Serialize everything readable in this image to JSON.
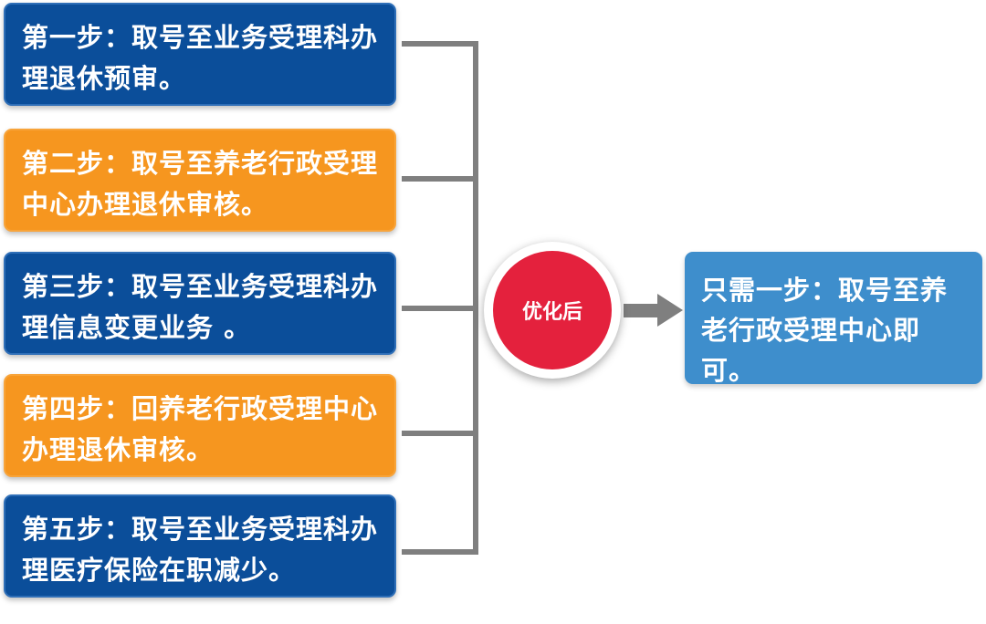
{
  "steps": [
    {
      "text": "第一步：取号至业务受理科办理退休预审。",
      "color": "#0b4e9a"
    },
    {
      "text": "第二步：取号至养老行政受理中心办理退休审核。",
      "color": "#f6961f"
    },
    {
      "text": "第三步：取号至业务受理科办理信息变更业务 。",
      "color": "#0b4e9a"
    },
    {
      "text": "第四步：回养老行政受理中心办理退休审核。",
      "color": "#f6961f"
    },
    {
      "text": "第五步：取号至业务受理科办理医疗保险在职减少。",
      "color": "#0b4e9a"
    }
  ],
  "badge": {
    "label": "优化后",
    "color": "#e4213d"
  },
  "result": {
    "text": "只需一步：取号至养老行政受理中心即可。",
    "color": "#3e8ecc"
  },
  "connector_color": "#7f7f7f",
  "arrow_icon": "right-arrow-icon"
}
